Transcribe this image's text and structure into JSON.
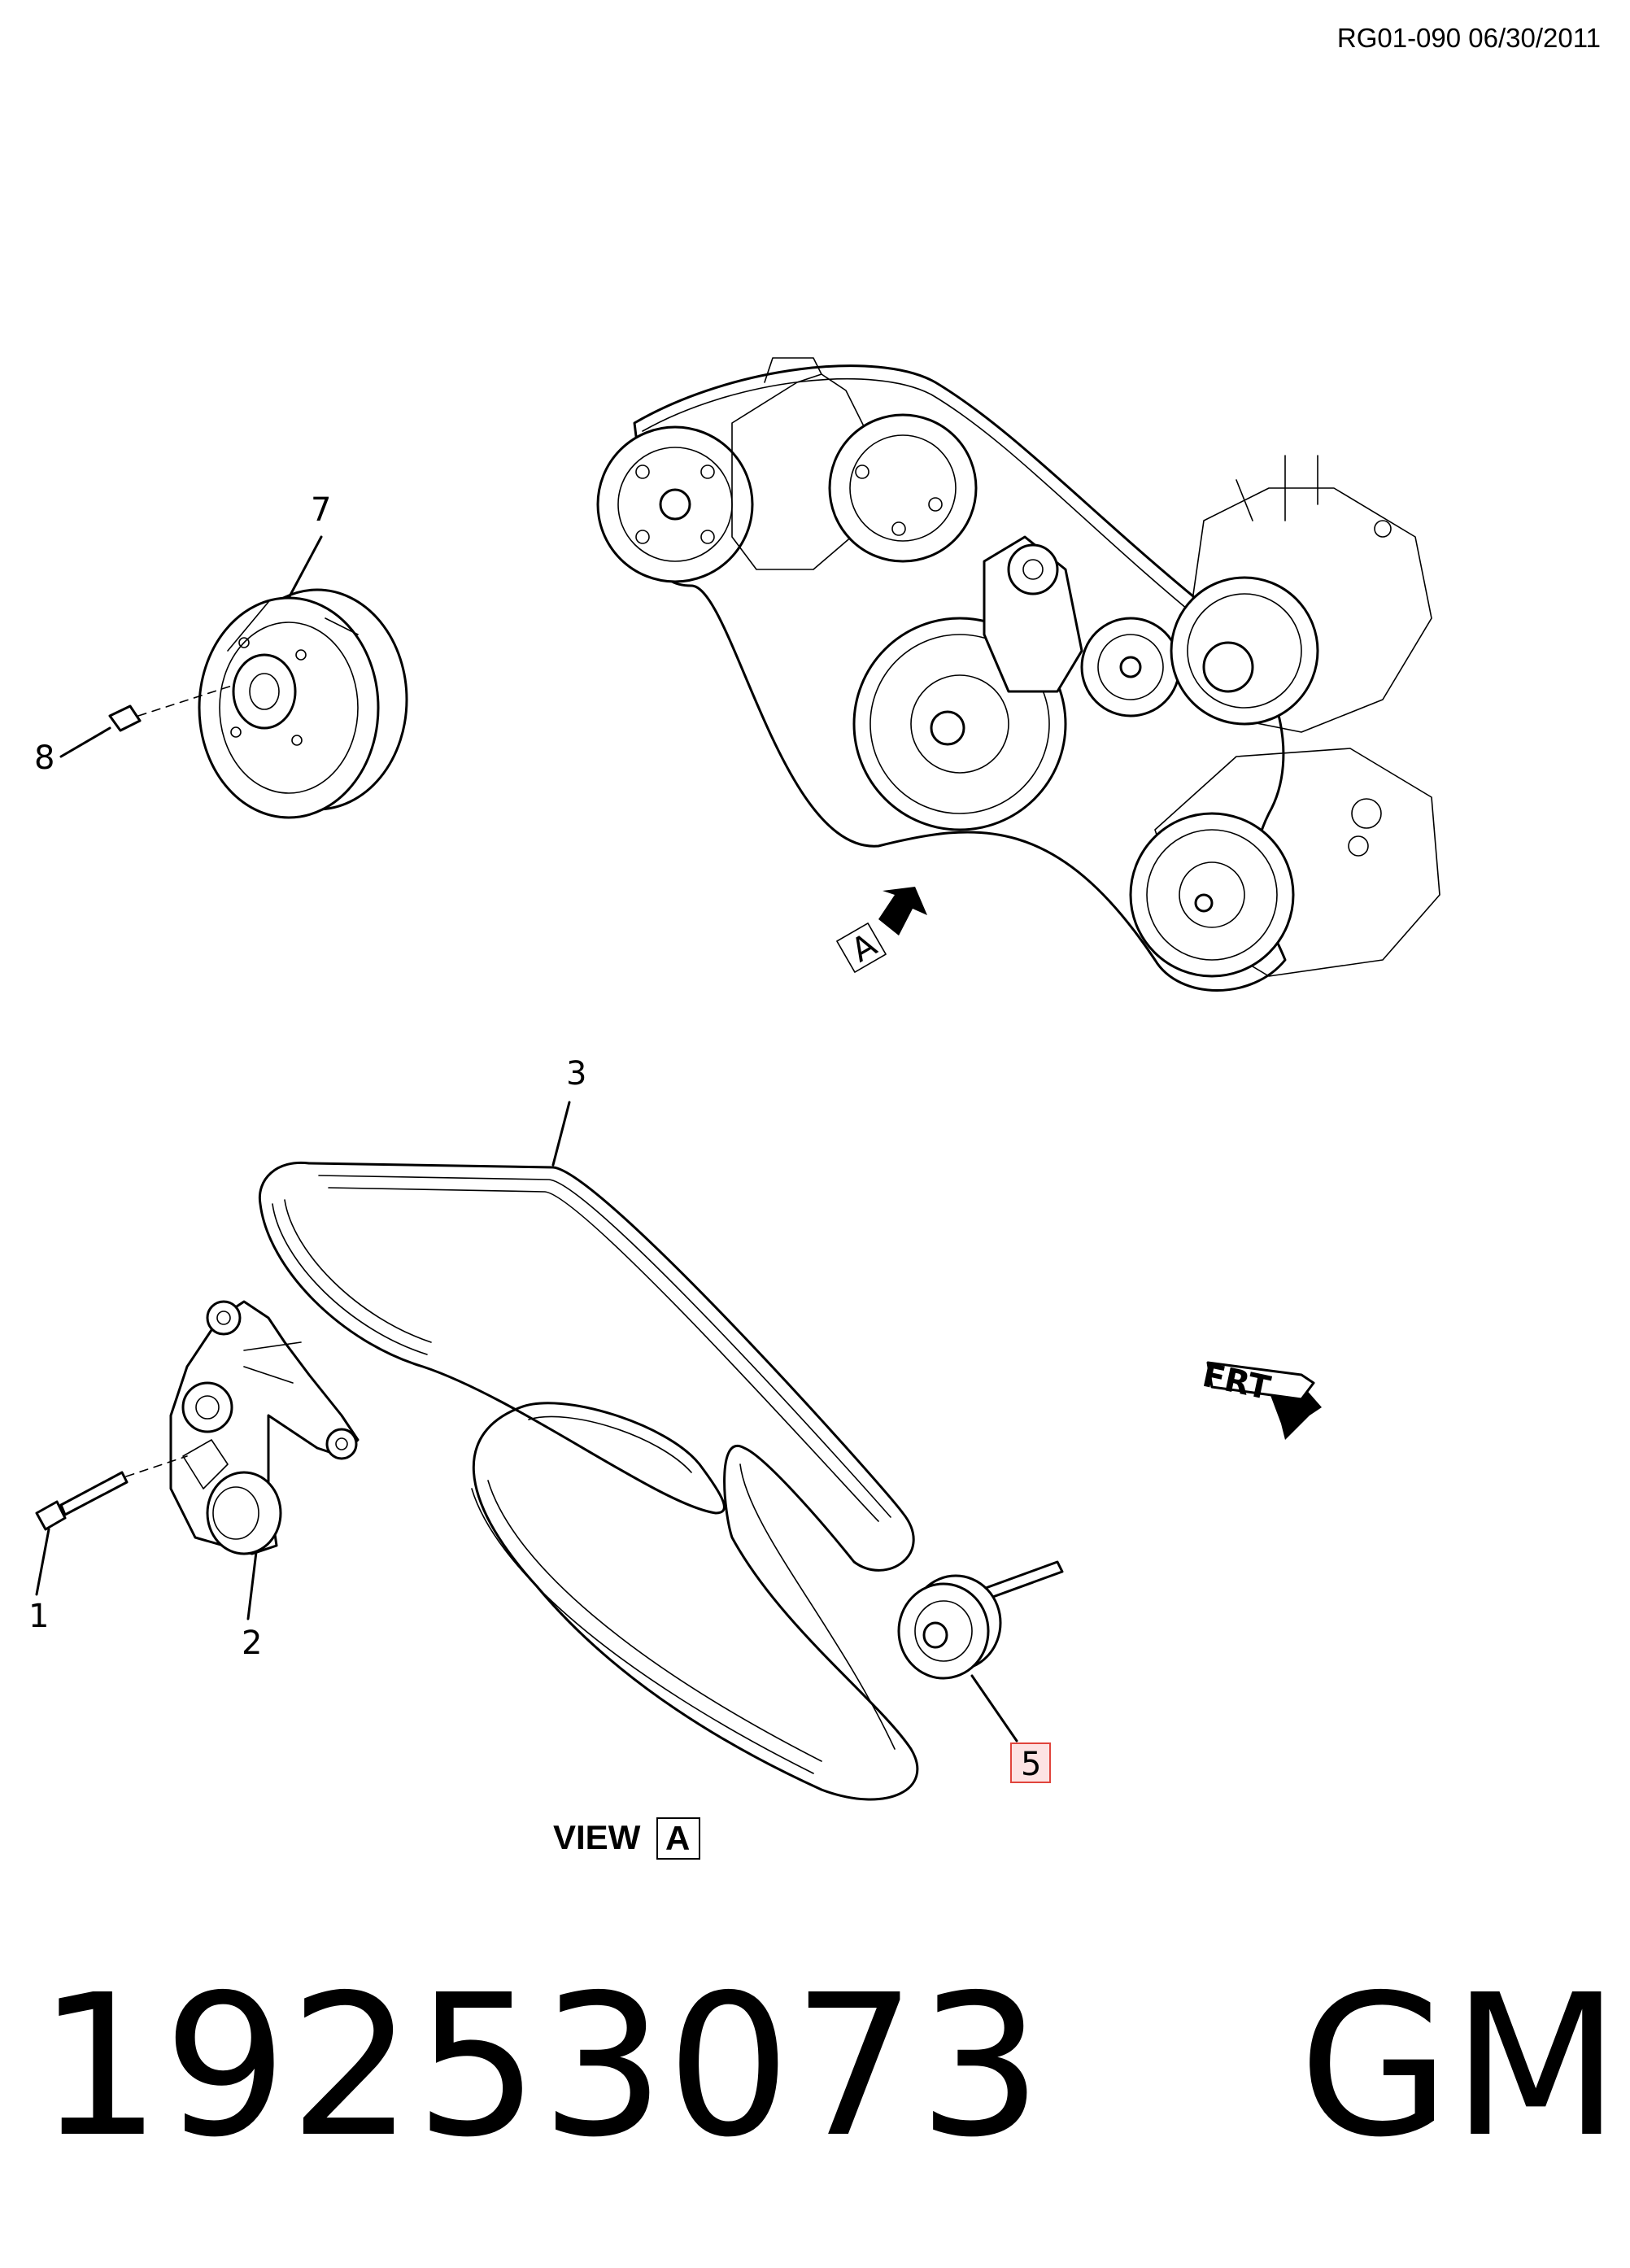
{
  "header": {
    "doc_code": "RG01-090 06/30/2011"
  },
  "callouts": {
    "c1": "1",
    "c2": "2",
    "c3": "3",
    "c5": "5",
    "c7": "7",
    "c8": "8"
  },
  "view_marker": {
    "letter": "A"
  },
  "view_caption": {
    "word": "VIEW",
    "letter": "A"
  },
  "direction_label": "FRT",
  "footer": {
    "part_number": "19253073",
    "brand": "GM"
  },
  "colors": {
    "highlight_border": "#e0443c",
    "highlight_fill": "#fde3e3",
    "line": "#000000"
  },
  "highlighted_callout": "5"
}
